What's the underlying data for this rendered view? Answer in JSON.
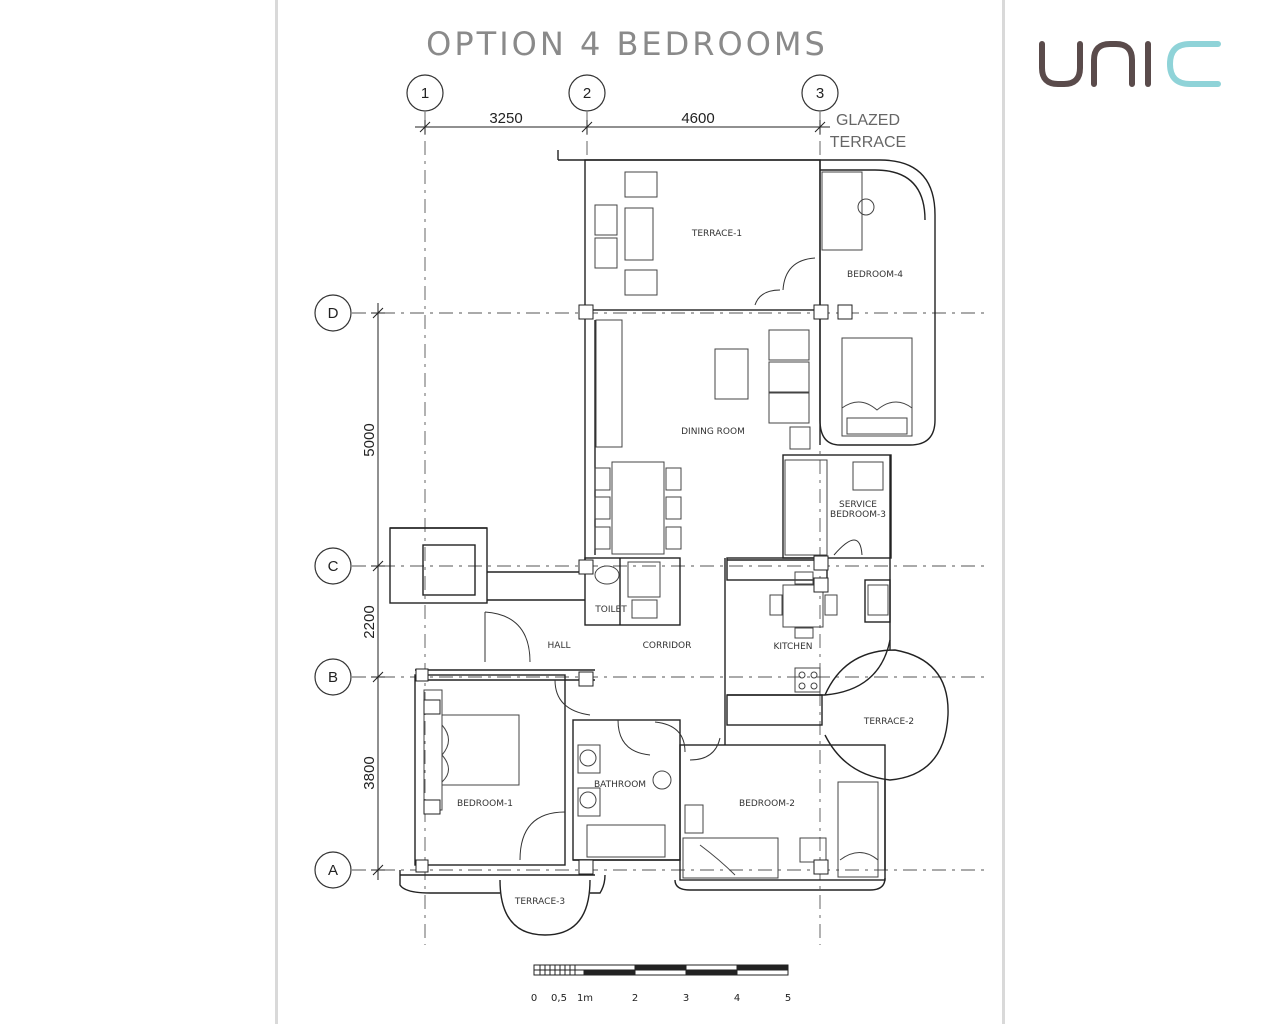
{
  "plan": {
    "title": "OPTION 4 BEDROOMS",
    "glazed_terrace": [
      "GLAZED",
      "TERRACE"
    ],
    "grid_columns": [
      "1",
      "2",
      "3"
    ],
    "grid_rows": [
      "D",
      "C",
      "B",
      "A"
    ],
    "dimensions_horizontal": [
      "3250",
      "4600"
    ],
    "dimensions_vertical": [
      "5000",
      "2200",
      "3800"
    ],
    "rooms": {
      "terrace_1": "TERRACE-1",
      "bedroom_4": "BEDROOM-4",
      "dining_room": "DINING ROOM",
      "service_bedroom_3": [
        "SERVICE",
        "BEDROOM-3"
      ],
      "toilet": "TOILET",
      "hall": "HALL",
      "corridor": "CORRIDOR",
      "kitchen": "KITCHEN",
      "terrace_2": "TERRACE-2",
      "bathroom": "BATHROOM",
      "bedroom_1": "BEDROOM-1",
      "bedroom_2": "BEDROOM-2",
      "terrace_3": "TERRACE-3"
    },
    "scale_bar_labels": [
      "0",
      "0,5",
      "1m",
      "2",
      "3",
      "4",
      "5"
    ]
  },
  "brand": {
    "logo_text": "unic",
    "colors": {
      "dark": "#5a4b4b",
      "accent": "#8fd3d8"
    }
  }
}
